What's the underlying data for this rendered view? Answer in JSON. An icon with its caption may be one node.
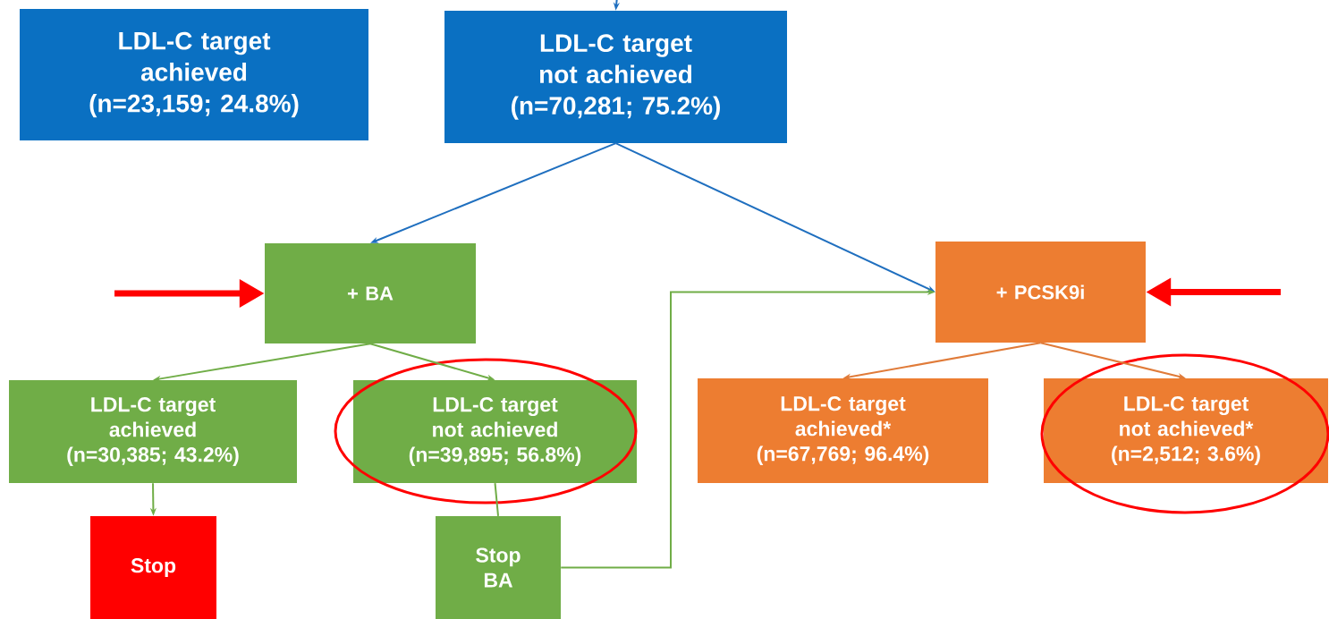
{
  "diagram": {
    "nodes": [
      {
        "text": [
          "LDL-C target achieved (n=23,159; 24.8%)"
        ]
      },
      {
        "text": [
          "LDL-C target not achieved (n=70,281; 75.2%)"
        ]
      },
      {
        "text": [
          "+ BA"
        ]
      },
      {
        "text": [
          "+ PCSK9i"
        ]
      },
      {
        "text": [
          "LDL-C target achieved (n=30,385; 43.2%)"
        ]
      },
      {
        "text": [
          "LDL-C target not achieved (n=39,895; 56.8%)"
        ]
      },
      {
        "text": [
          "LDL-C target achieved* (n=67,769; 96.4%)"
        ]
      },
      {
        "text": [
          "LDL-C target not achieved* (n=2,512; 3.6%)"
        ]
      },
      {
        "text": [
          "Stop"
        ]
      },
      {
        "text": [
          "Stop BA"
        ]
      }
    ],
    "edges": [
      {
        "from": null,
        "to": 1,
        "arrow": "to",
        "color": "#1f6fbf"
      },
      {
        "from": 1,
        "to": 2,
        "arrow": "to",
        "color": "#1f6fbf"
      },
      {
        "from": 1,
        "to": 3,
        "arrow": "to",
        "color": "#1f6fbf"
      },
      {
        "from": 2,
        "to": 4,
        "arrow": "to"
      },
      {
        "from": 2,
        "to": 5,
        "arrow": "to"
      },
      {
        "from": 3,
        "to": 6,
        "arrow": "to",
        "color": "#e07b39"
      },
      {
        "from": 3,
        "to": 7,
        "arrow": "to",
        "color": "#e07b39"
      },
      {
        "from": 4,
        "to": 8,
        "arrow": "to"
      },
      {
        "from": 5,
        "to": 9,
        "arrow": "none"
      },
      {
        "from": 9,
        "to": 3,
        "arrow": "to"
      },
      {
        "from": null,
        "to": 2,
        "arrow": "to",
        "style": "thick",
        "color": "#ff0000"
      },
      {
        "from": null,
        "to": 3,
        "arrow": "to",
        "style": "thick",
        "color": "#ff0000"
      }
    ]
  }
}
